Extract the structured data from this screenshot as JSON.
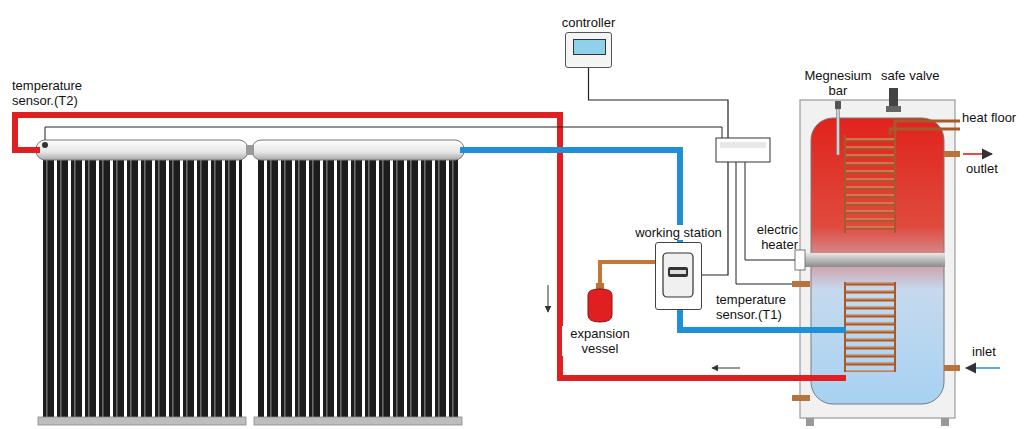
{
  "diagram": {
    "nodes": [
      {
        "text": [
          "controller"
        ]
      },
      {
        "text": [
          "working station"
        ]
      },
      {
        "text": [
          "expansion vessel"
        ]
      }
    ],
    "edges": [
      {
        "from": 0,
        "to": 1,
        "arrow": "none"
      },
      {
        "from": 2,
        "to": 1,
        "arrow": "none"
      }
    ],
    "labels": [
      "temperature sensor.(T2)",
      "Megnesium bar",
      "safe valve",
      "heat floor",
      "outlet",
      "electric heater",
      "temperature sensor.(T1)",
      "inlet"
    ]
  }
}
